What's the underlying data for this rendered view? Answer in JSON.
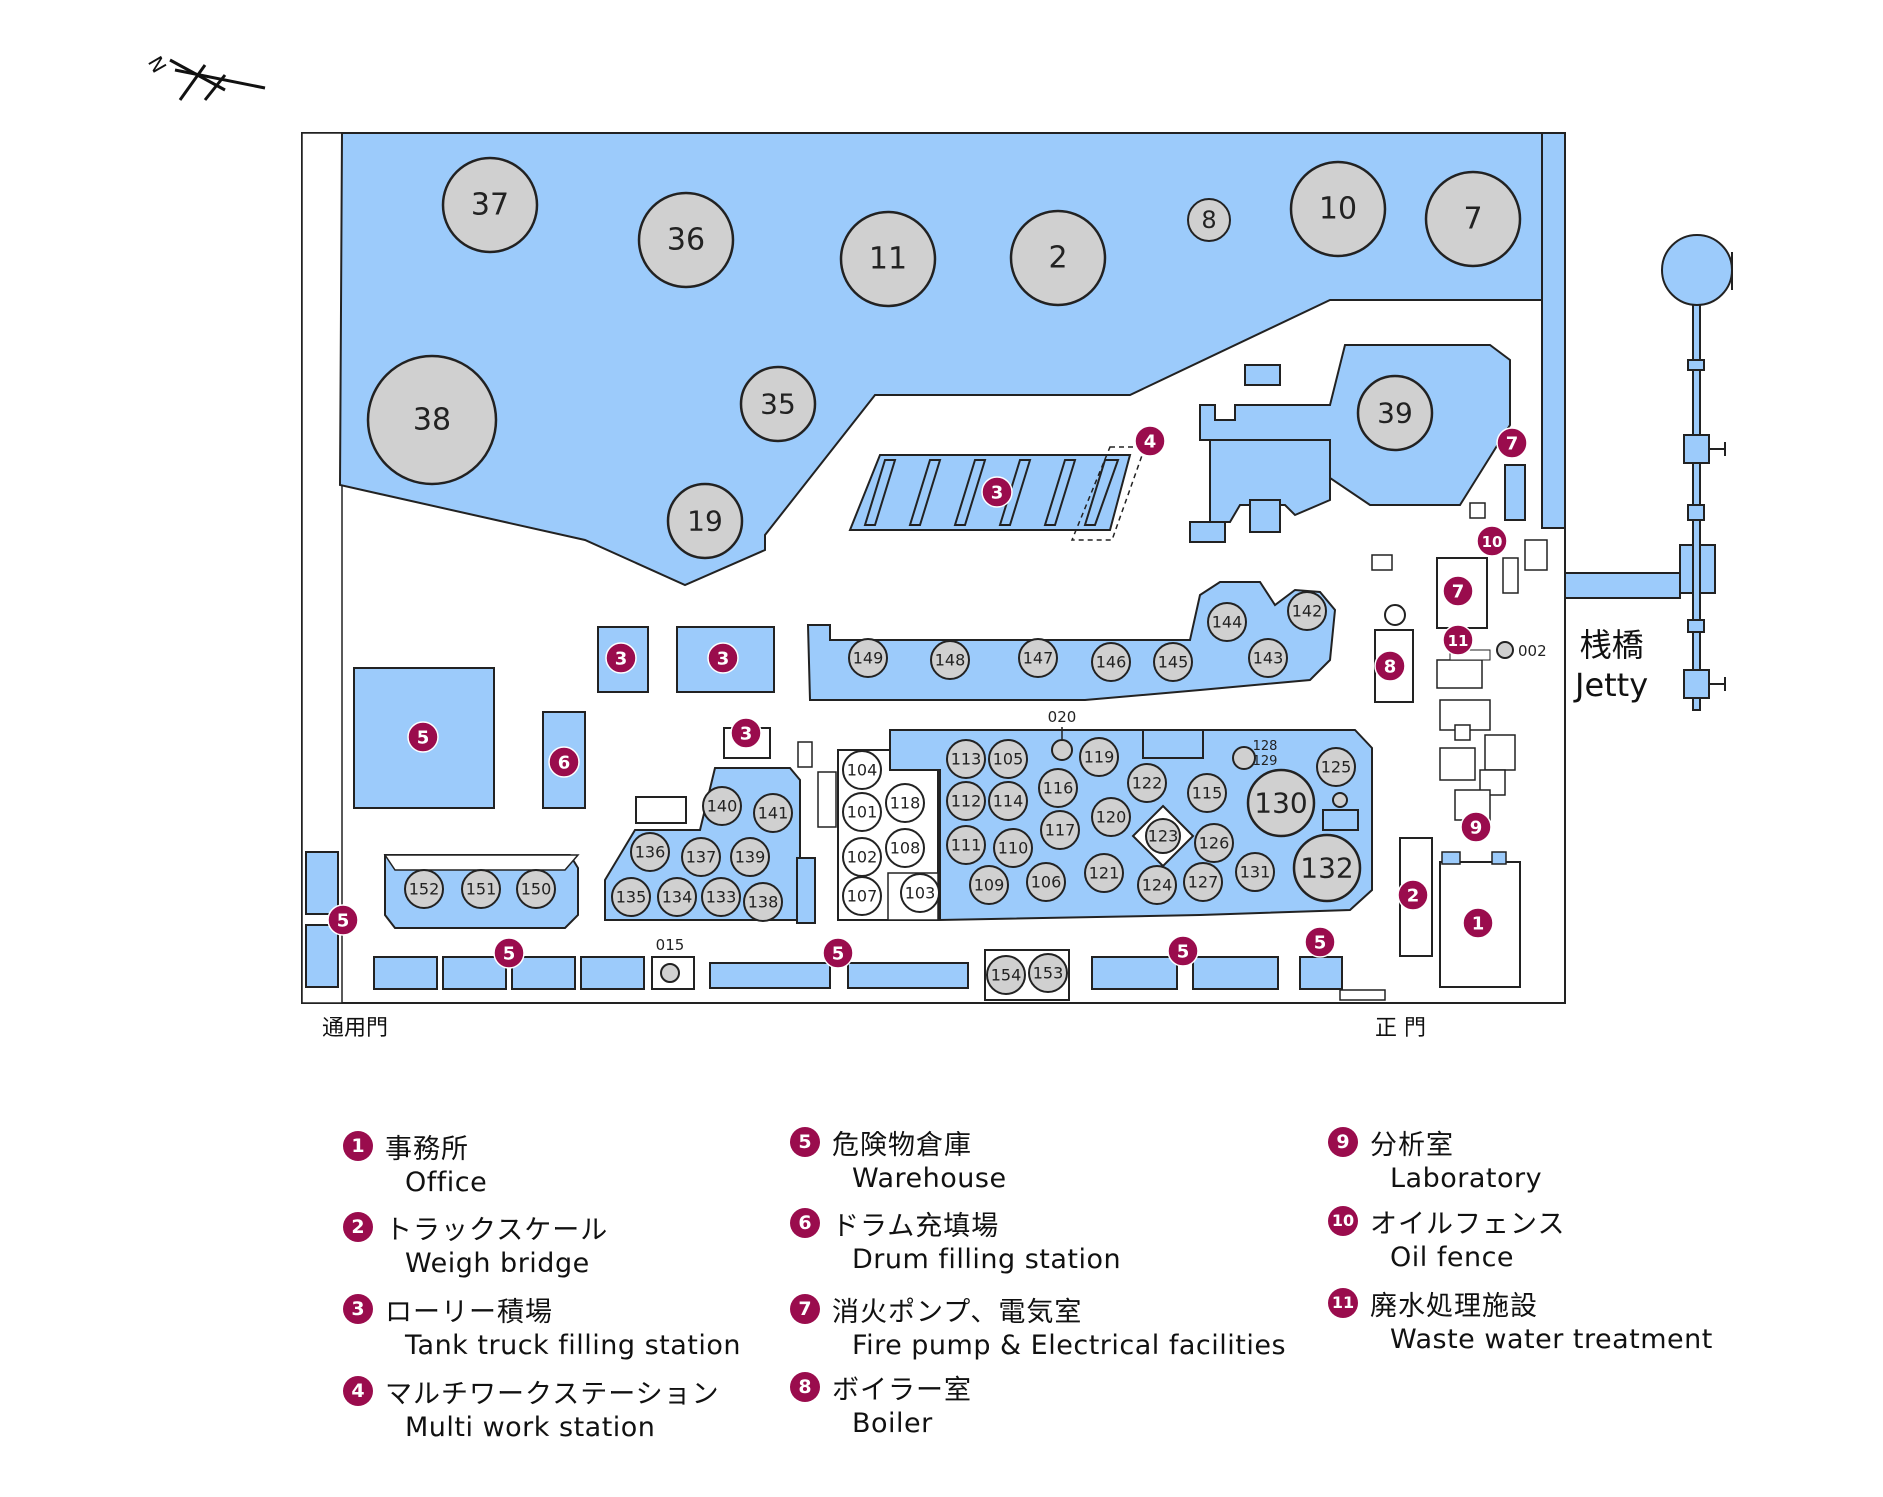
{
  "compass": {
    "label": "N"
  },
  "labels": {
    "jetty_jp": "桟橋",
    "jetty_en": "Jetty",
    "gate_service": "通用門",
    "gate_main": "正 門"
  },
  "tanks": [
    {
      "id": "37",
      "size": "xl",
      "fill": "gray"
    },
    {
      "id": "36",
      "size": "xl",
      "fill": "gray"
    },
    {
      "id": "11",
      "size": "xl",
      "fill": "gray"
    },
    {
      "id": "2",
      "size": "xl",
      "fill": "gray"
    },
    {
      "id": "8",
      "size": "s",
      "fill": "gray"
    },
    {
      "id": "10",
      "size": "xl",
      "fill": "gray"
    },
    {
      "id": "7",
      "size": "xl",
      "fill": "gray"
    },
    {
      "id": "38",
      "size": "xxl",
      "fill": "gray"
    },
    {
      "id": "35",
      "size": "l",
      "fill": "gray"
    },
    {
      "id": "19",
      "size": "l",
      "fill": "gray"
    },
    {
      "id": "39",
      "size": "l",
      "fill": "gray"
    },
    {
      "id": "149"
    },
    {
      "id": "148"
    },
    {
      "id": "147"
    },
    {
      "id": "146"
    },
    {
      "id": "145"
    },
    {
      "id": "144"
    },
    {
      "id": "143"
    },
    {
      "id": "142"
    },
    {
      "id": "140"
    },
    {
      "id": "141"
    },
    {
      "id": "136"
    },
    {
      "id": "137"
    },
    {
      "id": "139"
    },
    {
      "id": "135"
    },
    {
      "id": "134"
    },
    {
      "id": "133"
    },
    {
      "id": "138"
    },
    {
      "id": "152"
    },
    {
      "id": "151"
    },
    {
      "id": "150"
    },
    {
      "id": "104",
      "fill": "white"
    },
    {
      "id": "118",
      "fill": "white"
    },
    {
      "id": "101",
      "fill": "white"
    },
    {
      "id": "108",
      "fill": "white"
    },
    {
      "id": "102",
      "fill": "white"
    },
    {
      "id": "107",
      "fill": "white"
    },
    {
      "id": "103",
      "fill": "white"
    },
    {
      "id": "113"
    },
    {
      "id": "105"
    },
    {
      "id": "119"
    },
    {
      "id": "112"
    },
    {
      "id": "114"
    },
    {
      "id": "116"
    },
    {
      "id": "122"
    },
    {
      "id": "115"
    },
    {
      "id": "130",
      "size": "m"
    },
    {
      "id": "125"
    },
    {
      "id": "111"
    },
    {
      "id": "110"
    },
    {
      "id": "117"
    },
    {
      "id": "120"
    },
    {
      "id": "123"
    },
    {
      "id": "126"
    },
    {
      "id": "109"
    },
    {
      "id": "106"
    },
    {
      "id": "121"
    },
    {
      "id": "124"
    },
    {
      "id": "127"
    },
    {
      "id": "131"
    },
    {
      "id": "132",
      "size": "m"
    },
    {
      "id": "154"
    },
    {
      "id": "153"
    }
  ],
  "small_labels": {
    "t020": "020",
    "t128": "128",
    "t129": "129",
    "t015": "015",
    "t002": "002"
  },
  "markers": [
    {
      "num": "1"
    },
    {
      "num": "2"
    },
    {
      "num": "3"
    },
    {
      "num": "3"
    },
    {
      "num": "3"
    },
    {
      "num": "3"
    },
    {
      "num": "4"
    },
    {
      "num": "5"
    },
    {
      "num": "5"
    },
    {
      "num": "5"
    },
    {
      "num": "5"
    },
    {
      "num": "5"
    },
    {
      "num": "5"
    },
    {
      "num": "6"
    },
    {
      "num": "7"
    },
    {
      "num": "7"
    },
    {
      "num": "8"
    },
    {
      "num": "9"
    },
    {
      "num": "10"
    },
    {
      "num": "11"
    }
  ],
  "legend": [
    {
      "num": "1",
      "jp": "事務所",
      "en": "Office"
    },
    {
      "num": "2",
      "jp": "トラックスケール",
      "en": "Weigh bridge"
    },
    {
      "num": "3",
      "jp": "ローリー積場",
      "en": "Tank truck filling station"
    },
    {
      "num": "4",
      "jp": "マルチワークステーション",
      "en": "Multi work station"
    },
    {
      "num": "5",
      "jp": "危険物倉庫",
      "en": "Warehouse"
    },
    {
      "num": "6",
      "jp": "ドラム充填場",
      "en": "Drum filling station"
    },
    {
      "num": "7",
      "jp": "消火ポンプ、電気室",
      "en": "Fire pump & Electrical facilities"
    },
    {
      "num": "8",
      "jp": "ボイラー室",
      "en": "Boiler"
    },
    {
      "num": "9",
      "jp": "分析室",
      "en": "Laboratory"
    },
    {
      "num": "10",
      "jp": "オイルフェンス",
      "en": "Oil fence"
    },
    {
      "num": "11",
      "jp": "廃水処理施設",
      "en": "Waste water treatment"
    }
  ],
  "colors": {
    "area": "#9ccbfb",
    "tank_gray": "#d0d0d0",
    "marker": "#9a0c4d",
    "outline": "#222222"
  }
}
